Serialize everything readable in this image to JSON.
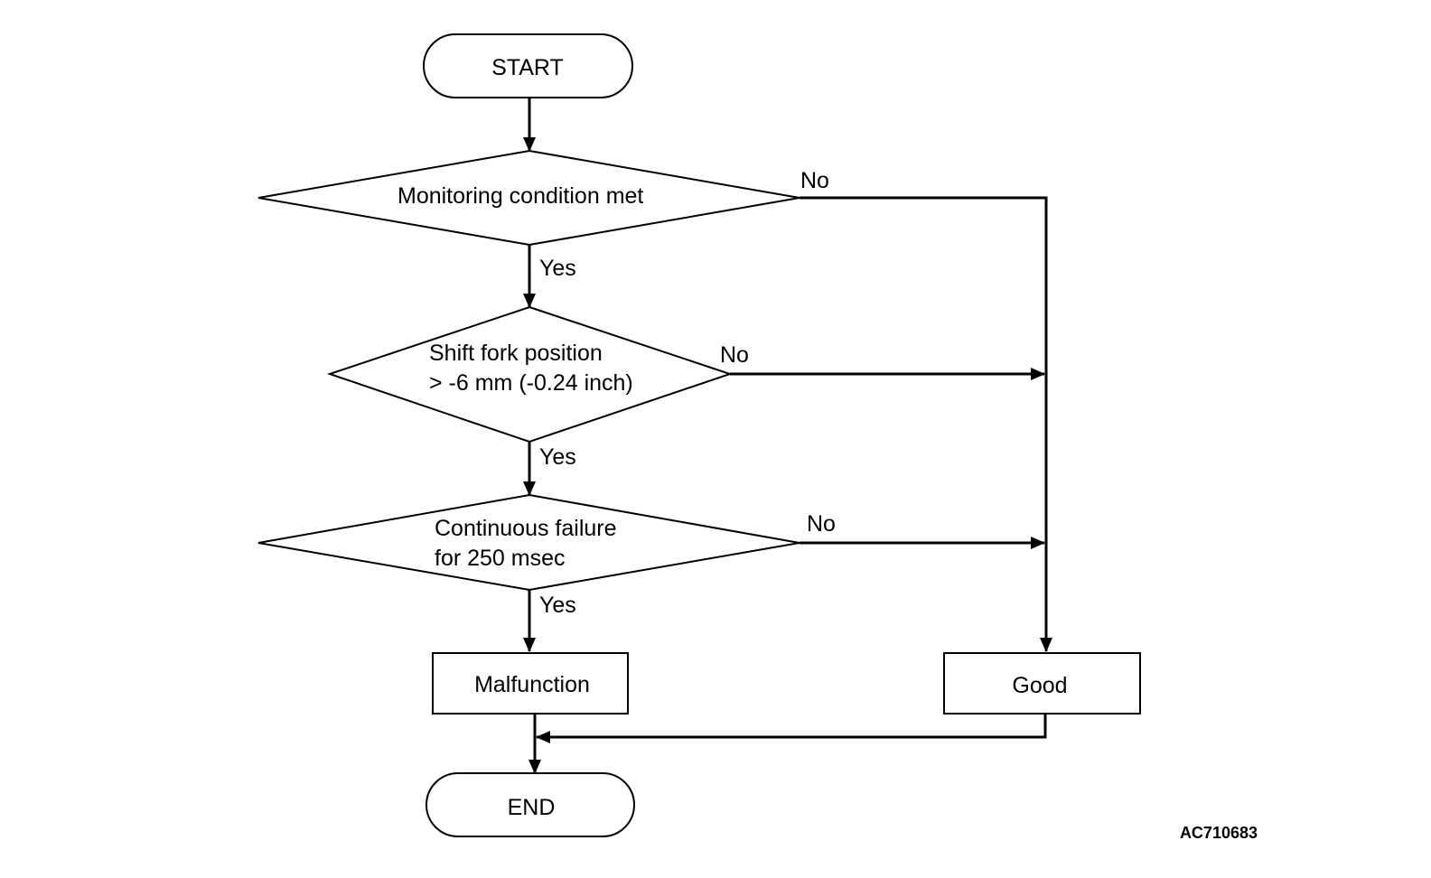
{
  "nodes": {
    "start": "START",
    "decision1": "Monitoring condition met",
    "decision2_line1": "Shift fork position",
    "decision2_line2": "> -6 mm (-0.24 inch)",
    "decision3_line1": "Continuous failure",
    "decision3_line2": "for 250 msec",
    "malfunction": "Malfunction",
    "good": "Good",
    "end": "END"
  },
  "edges": {
    "d1_yes": "Yes",
    "d1_no": "No",
    "d2_yes": "Yes",
    "d2_no": "No",
    "d3_yes": "Yes",
    "d3_no": "No"
  },
  "reference_code": "AC710683"
}
